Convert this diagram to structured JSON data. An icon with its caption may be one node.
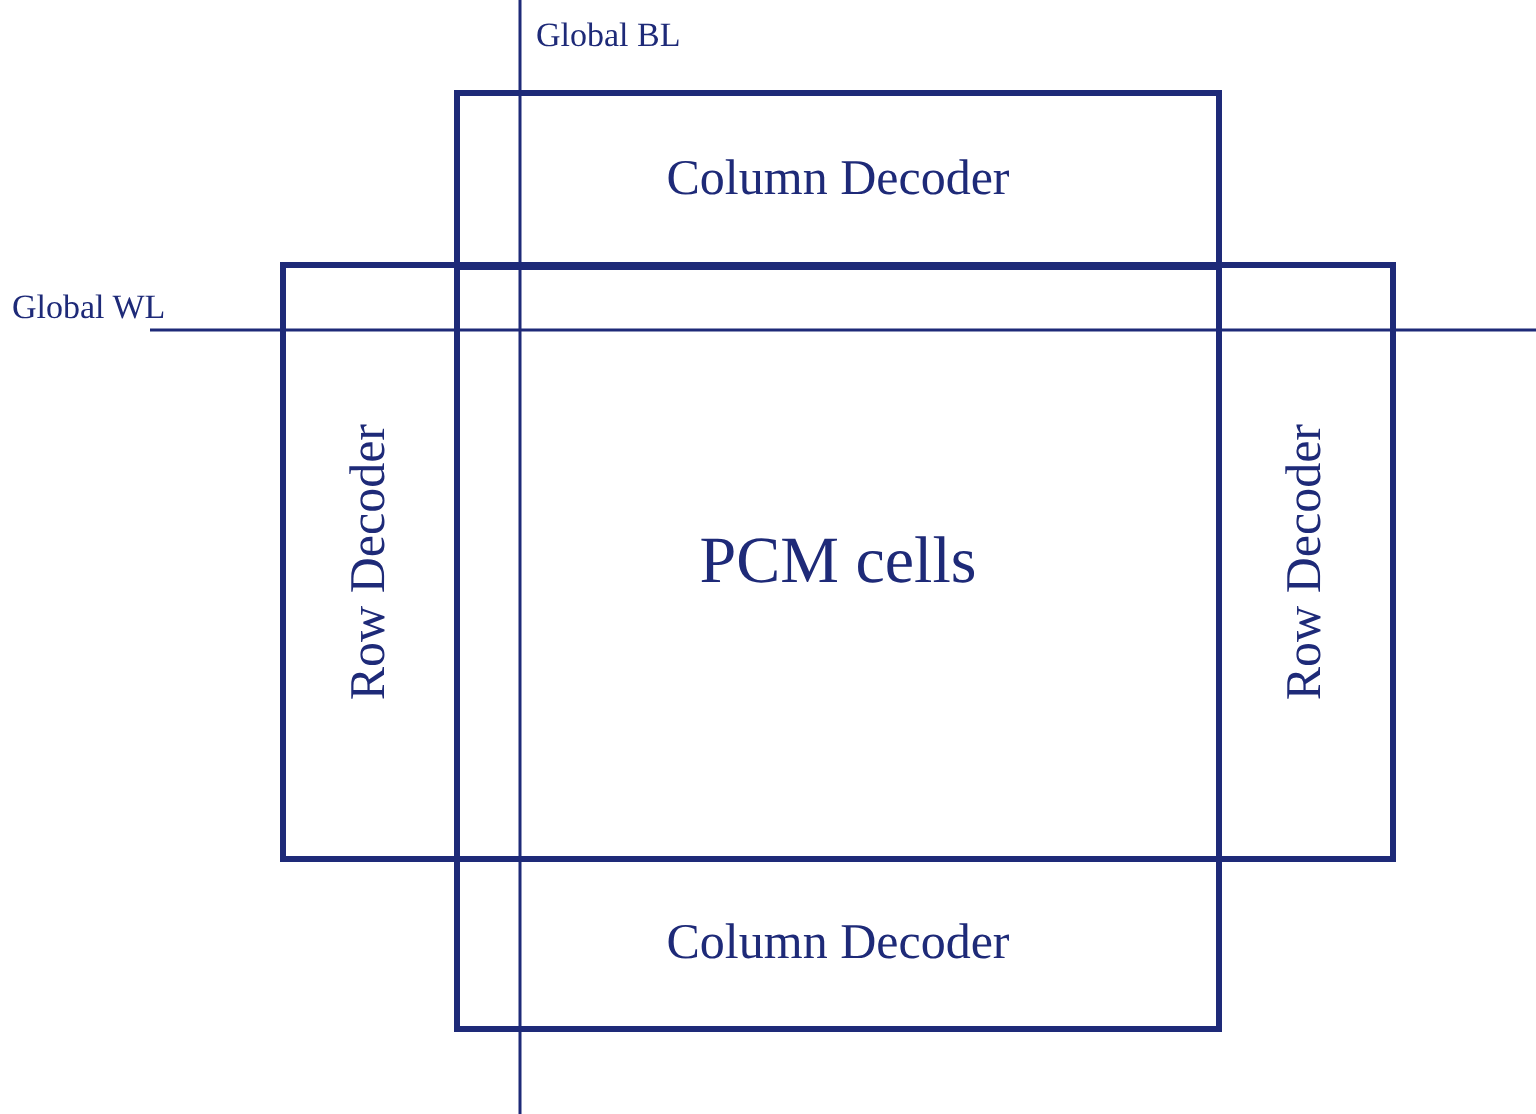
{
  "diagram": {
    "nodes": [
      {
        "text": [
          "Column Decoder"
        ]
      },
      {
        "text": [
          "Row Decoder"
        ]
      },
      {
        "text": [
          "PCM cells"
        ]
      },
      {
        "text": [
          "Row Decoder"
        ]
      },
      {
        "text": [
          "Column Decoder"
        ]
      }
    ],
    "labels": [
      "Global BL",
      "Global WL"
    ]
  }
}
